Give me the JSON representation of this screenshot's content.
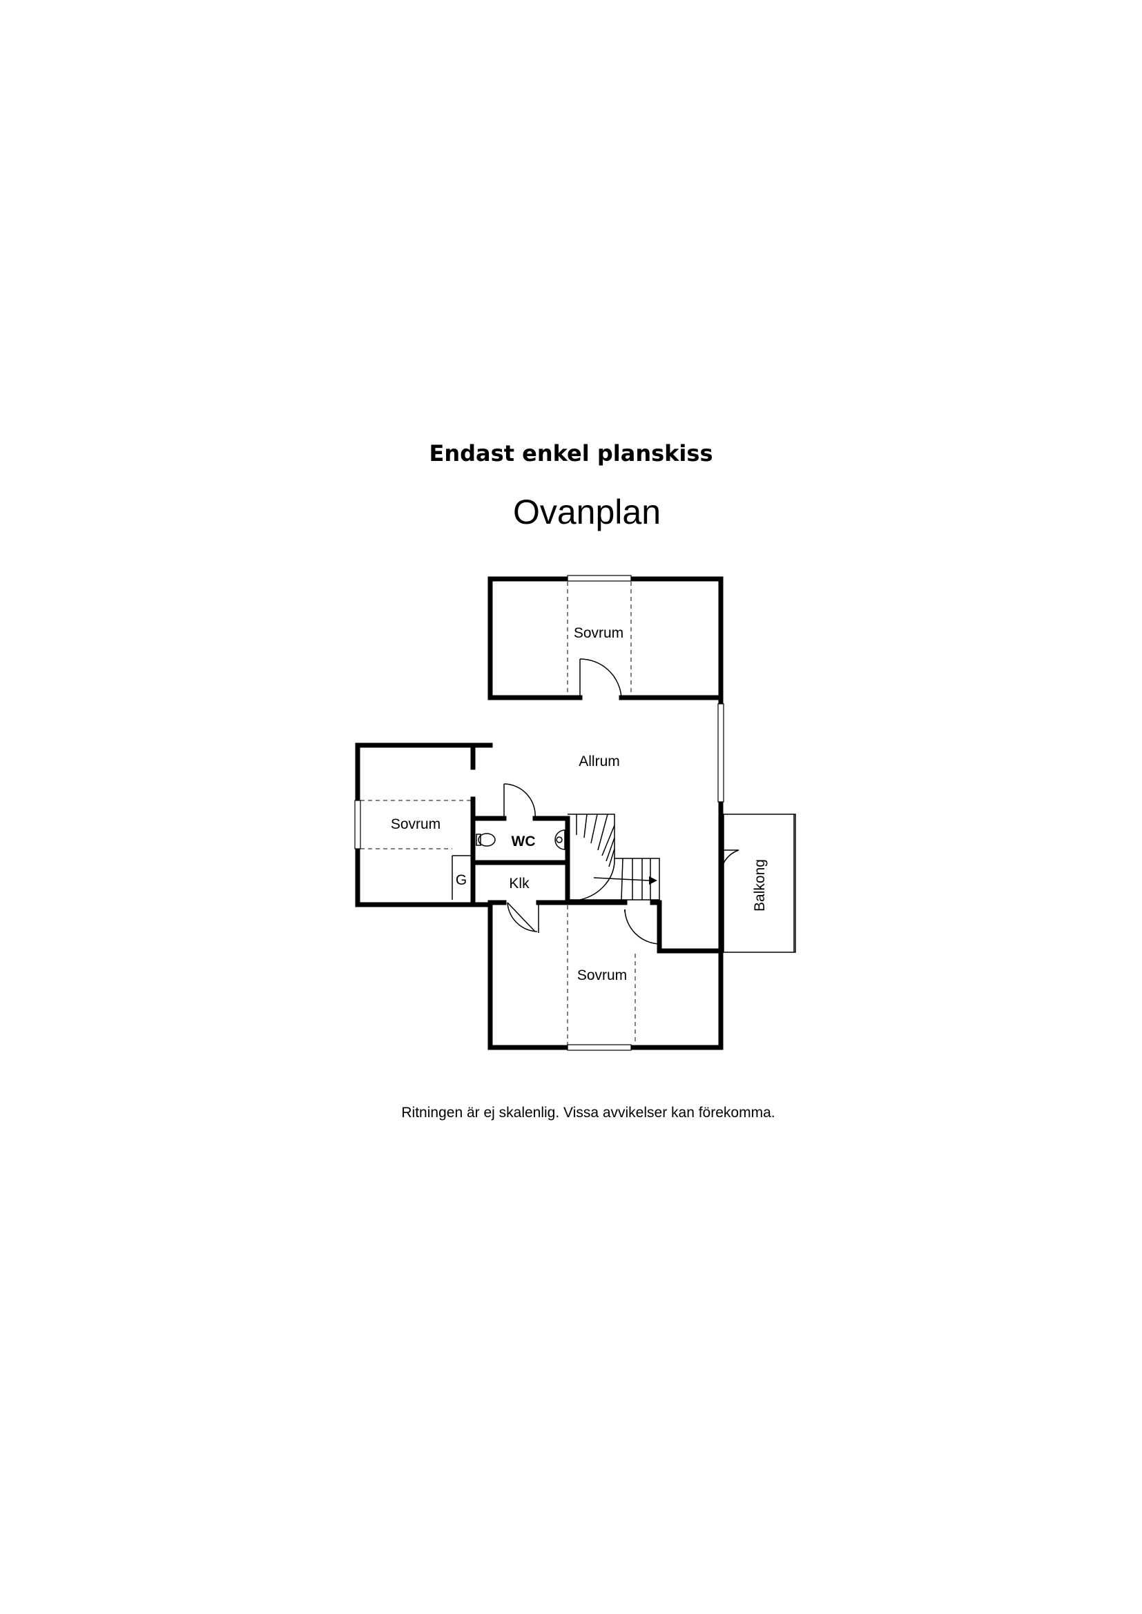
{
  "header": {
    "subtitle": "Endast enkel planskiss",
    "title": "Ovanplan"
  },
  "rooms": {
    "sovrum_top": "Sovrum",
    "allrum": "Allrum",
    "sovrum_left": "Sovrum",
    "wc": "WC",
    "klk": "Klk",
    "g": "G",
    "sovrum_bottom": "Sovrum",
    "balkong": "Balkong"
  },
  "footer": {
    "disclaimer": "Ritningen är ej skalenlig. Vissa avvikelser kan förekomma."
  }
}
